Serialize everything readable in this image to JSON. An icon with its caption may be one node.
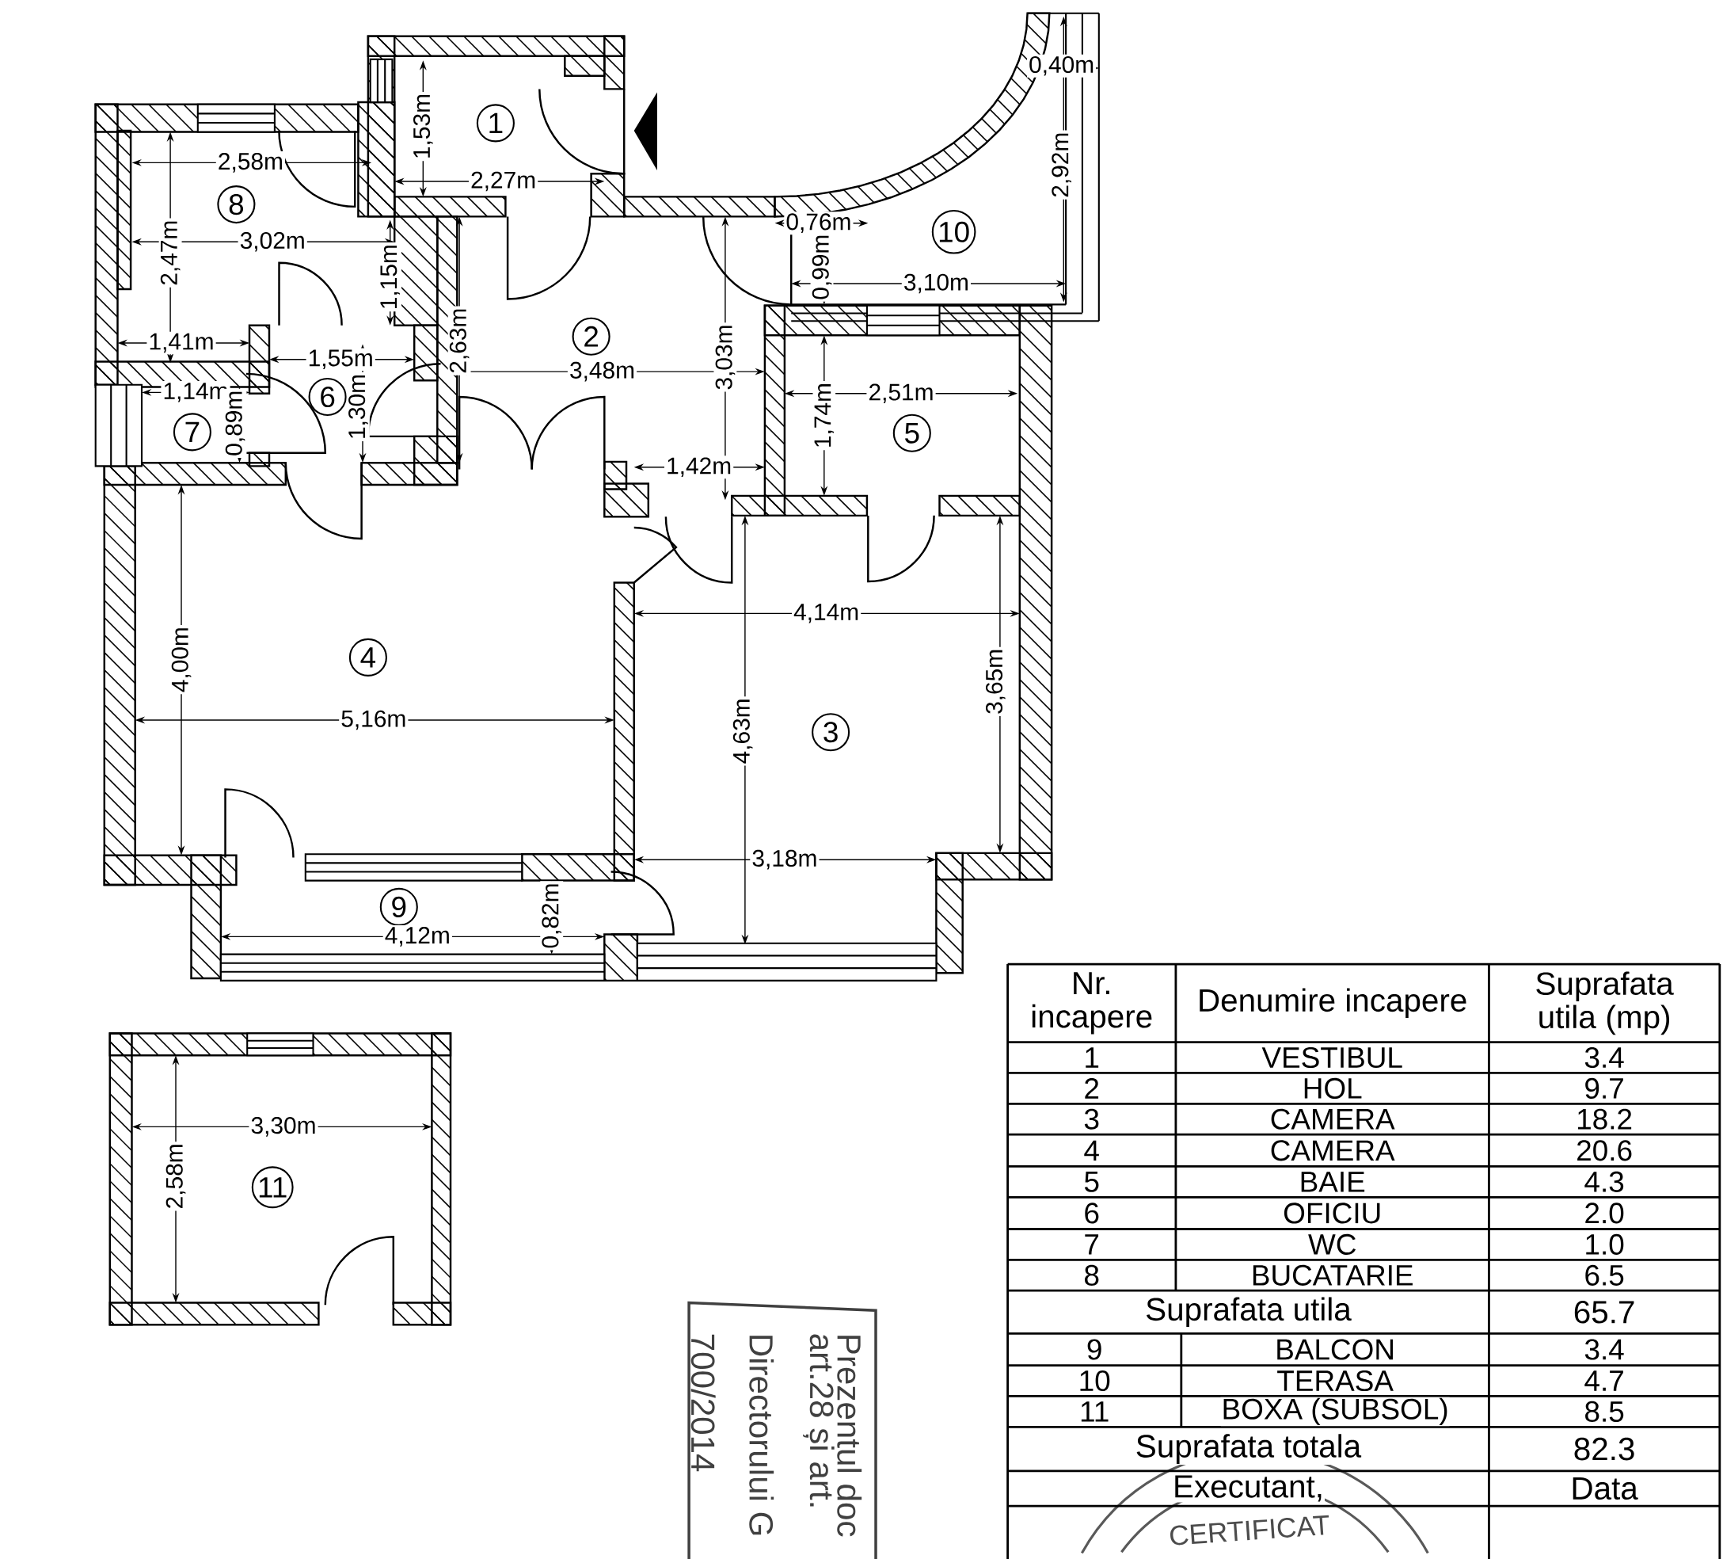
{
  "diagram": {
    "nodes": [
      {
        "text": [
          "1"
        ]
      },
      {
        "text": [
          "8"
        ]
      },
      {
        "text": [
          "10"
        ]
      },
      {
        "text": [
          "2"
        ]
      },
      {
        "text": [
          "6"
        ]
      },
      {
        "text": [
          "5"
        ]
      },
      {
        "text": [
          "7"
        ]
      },
      {
        "text": [
          "4"
        ]
      },
      {
        "text": [
          "3"
        ]
      },
      {
        "text": [
          "9"
        ]
      },
      {
        "text": [
          "11"
        ]
      }
    ],
    "labels": [
      "0,40m",
      "2,58m",
      "1,53m",
      "2,27m",
      "2,92m",
      "2,47m",
      "3,02m",
      "1,15m",
      "0,76m",
      "0,99m",
      "3,10m",
      "1,41m",
      "1,14m",
      "0,89m",
      "1,55m",
      "1,30m",
      "2,63m",
      "3,48m",
      "3,03m",
      "1,74m",
      "2,51m",
      "1,42m",
      "4,00m",
      "5,16m",
      "4,63m",
      "4,14m",
      "3,65m",
      "4,12m",
      "0,82m",
      "3,18m",
      "3,30m",
      "2,58m",
      "Nr. incapere",
      "Denumire incapere",
      "Suprafata utila (mp)",
      "1",
      "VESTIBUL",
      "3.4",
      "2",
      "HOL",
      "9.7",
      "3",
      "CAMERA",
      "18.2",
      "4",
      "CAMERA",
      "20.6",
      "5",
      "BAIE",
      "4.3",
      "6",
      "OFICIU",
      "2.0",
      "7",
      "WC",
      "1.0",
      "8",
      "BUCATARIE",
      "6.5",
      "Suprafata utila",
      "65.7",
      "9",
      "BALCON",
      "3.4",
      "10",
      "TERASA",
      "4.7",
      "11",
      "BOXA (SUBSOL)",
      "8.5",
      "Suprafata totala",
      "82.3",
      "Executant,",
      "Data",
      "700/2014",
      "Directorului G",
      "art.28 și art.",
      "Prezentul doc",
      "CERTIFICAT"
    ]
  }
}
